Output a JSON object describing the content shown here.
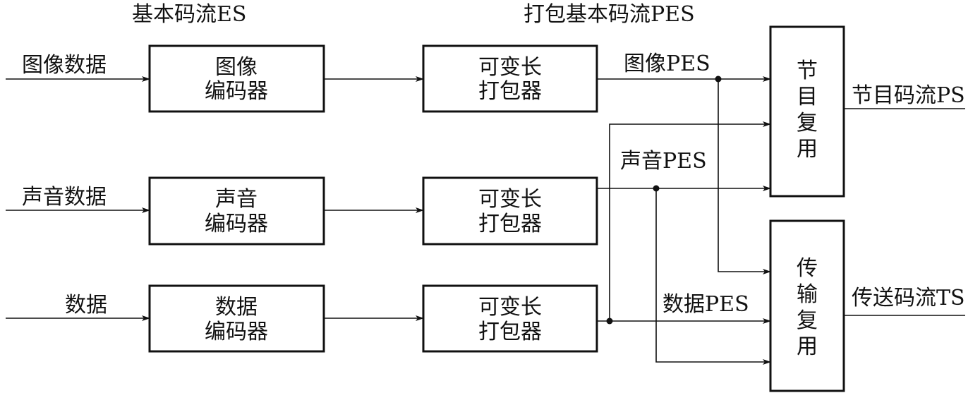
{
  "headers": {
    "es": "基本码流ES",
    "pes": "打包基本码流PES"
  },
  "inputs": {
    "image": "图像数据",
    "audio": "声音数据",
    "data": "数据"
  },
  "encoders": {
    "image": [
      "图像",
      "编码器"
    ],
    "audio": [
      "声音",
      "编码器"
    ],
    "data": [
      "数据",
      "编码器"
    ]
  },
  "packetizers": {
    "image": [
      "可变长",
      "打包器"
    ],
    "audio": [
      "可变长",
      "打包器"
    ],
    "data": [
      "可变长",
      "打包器"
    ]
  },
  "pes_labels": {
    "image": "图像PES",
    "audio": "声音PES",
    "data": "数据PES"
  },
  "mux": {
    "program": [
      "节",
      "目",
      "复",
      "用"
    ],
    "transport": [
      "传",
      "输",
      "复",
      "用"
    ]
  },
  "outputs": {
    "program": "节目码流PS",
    "transport": "传送码流TS"
  }
}
